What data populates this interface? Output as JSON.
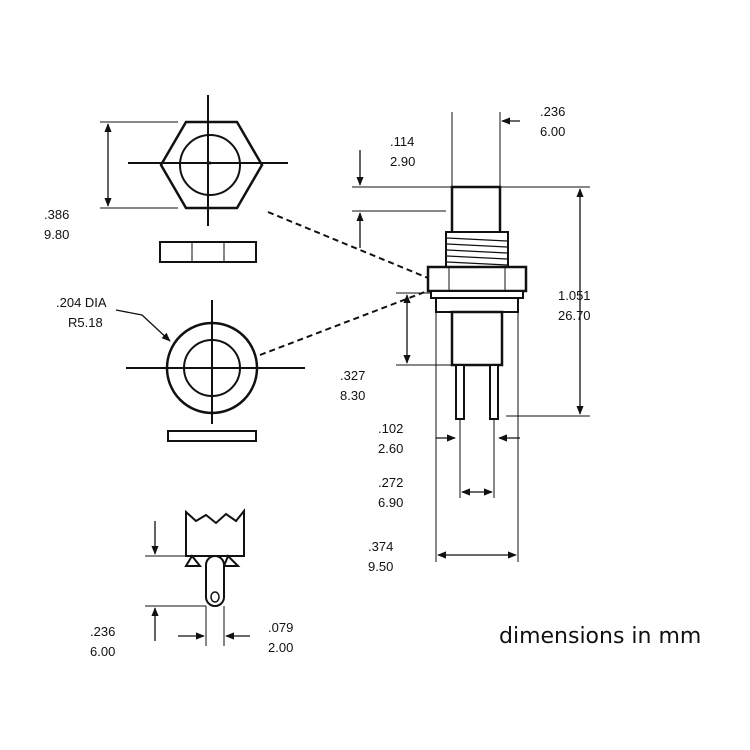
{
  "caption": "dimensions in mm",
  "dimensions": {
    "nut_flats": {
      "inch": ".386",
      "mm": "9.80"
    },
    "nut_bore": {
      "inch": ".204 DIA",
      "mm": "R5.18"
    },
    "cap_width": {
      "inch": ".236",
      "mm": "6.00"
    },
    "cap_height": {
      "inch": ".114",
      "mm": "2.90"
    },
    "overall_height": {
      "inch": "1.051",
      "mm": "26.70"
    },
    "body_height": {
      "inch": ".327",
      "mm": "8.30"
    },
    "pin_width": {
      "inch": ".102",
      "mm": "2.60"
    },
    "pin_spacing": {
      "inch": ".272",
      "mm": "6.90"
    },
    "flange_width": {
      "inch": ".374",
      "mm": "9.50"
    },
    "terminal_length": {
      "inch": ".236",
      "mm": "6.00"
    },
    "terminal_width": {
      "inch": ".079",
      "mm": "2.00"
    }
  }
}
